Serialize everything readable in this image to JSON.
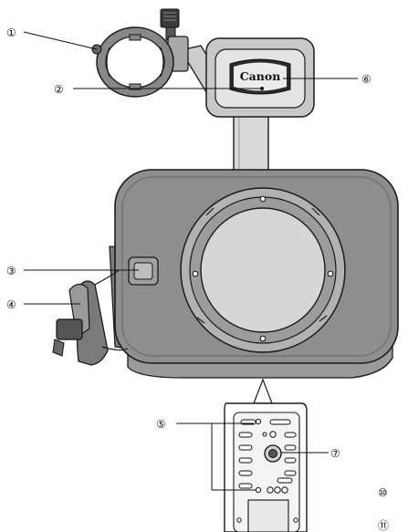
{
  "brand": "Canon",
  "callouts": [
    {
      "id": "1",
      "label": "①"
    },
    {
      "id": "2",
      "label": "②"
    },
    {
      "id": "3",
      "label": "③"
    },
    {
      "id": "4",
      "label": "④"
    },
    {
      "id": "5",
      "label": "⑤"
    },
    {
      "id": "6",
      "label": "⑥"
    },
    {
      "id": "7",
      "label": "⑦"
    },
    {
      "id": "10",
      "label": "⑩"
    },
    {
      "id": "11",
      "label": "⑪"
    }
  ],
  "colors": {
    "body_fill": "#8e8e8e",
    "body_dark": "#5a5a5a",
    "lens_fill": "#d6d6d6",
    "handle_fill": "#cfcfcf",
    "outline": "#1a1a1a"
  }
}
